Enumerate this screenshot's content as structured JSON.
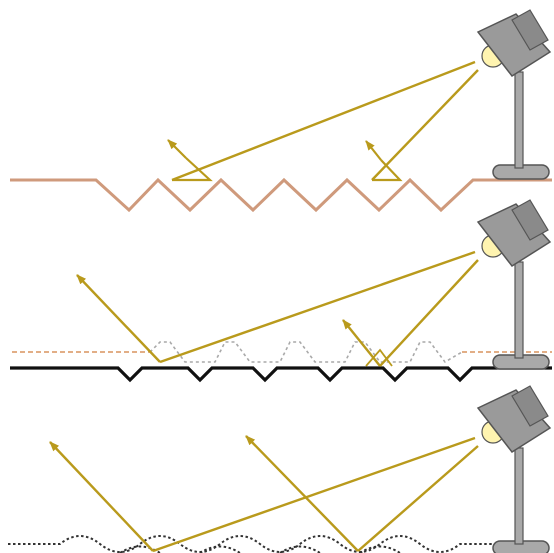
{
  "colors": {
    "background": "#ffffff",
    "ray": "#b99a1c",
    "rough_surface": "#cf9a7c",
    "reference_line": "#d8935f",
    "polished_surface": "#111111",
    "dotted_profile": "#a9a9a9",
    "smooth_profile": "#333333",
    "lamp_head": "#9a9a9a",
    "lamp_stand": "#a9a9a9",
    "bulb": "#fff4b0",
    "outline": "#555555"
  },
  "panels": [
    {
      "surface": "rough-zigzag",
      "reflection": "diffuse"
    },
    {
      "surface": "polished-grooves",
      "reflection": "partly-specular"
    },
    {
      "surface": "smooth-waves",
      "reflection": "specular"
    }
  ],
  "icons": [
    "desk-lamp-icon",
    "bulb-icon",
    "arrow-head-icon"
  ]
}
